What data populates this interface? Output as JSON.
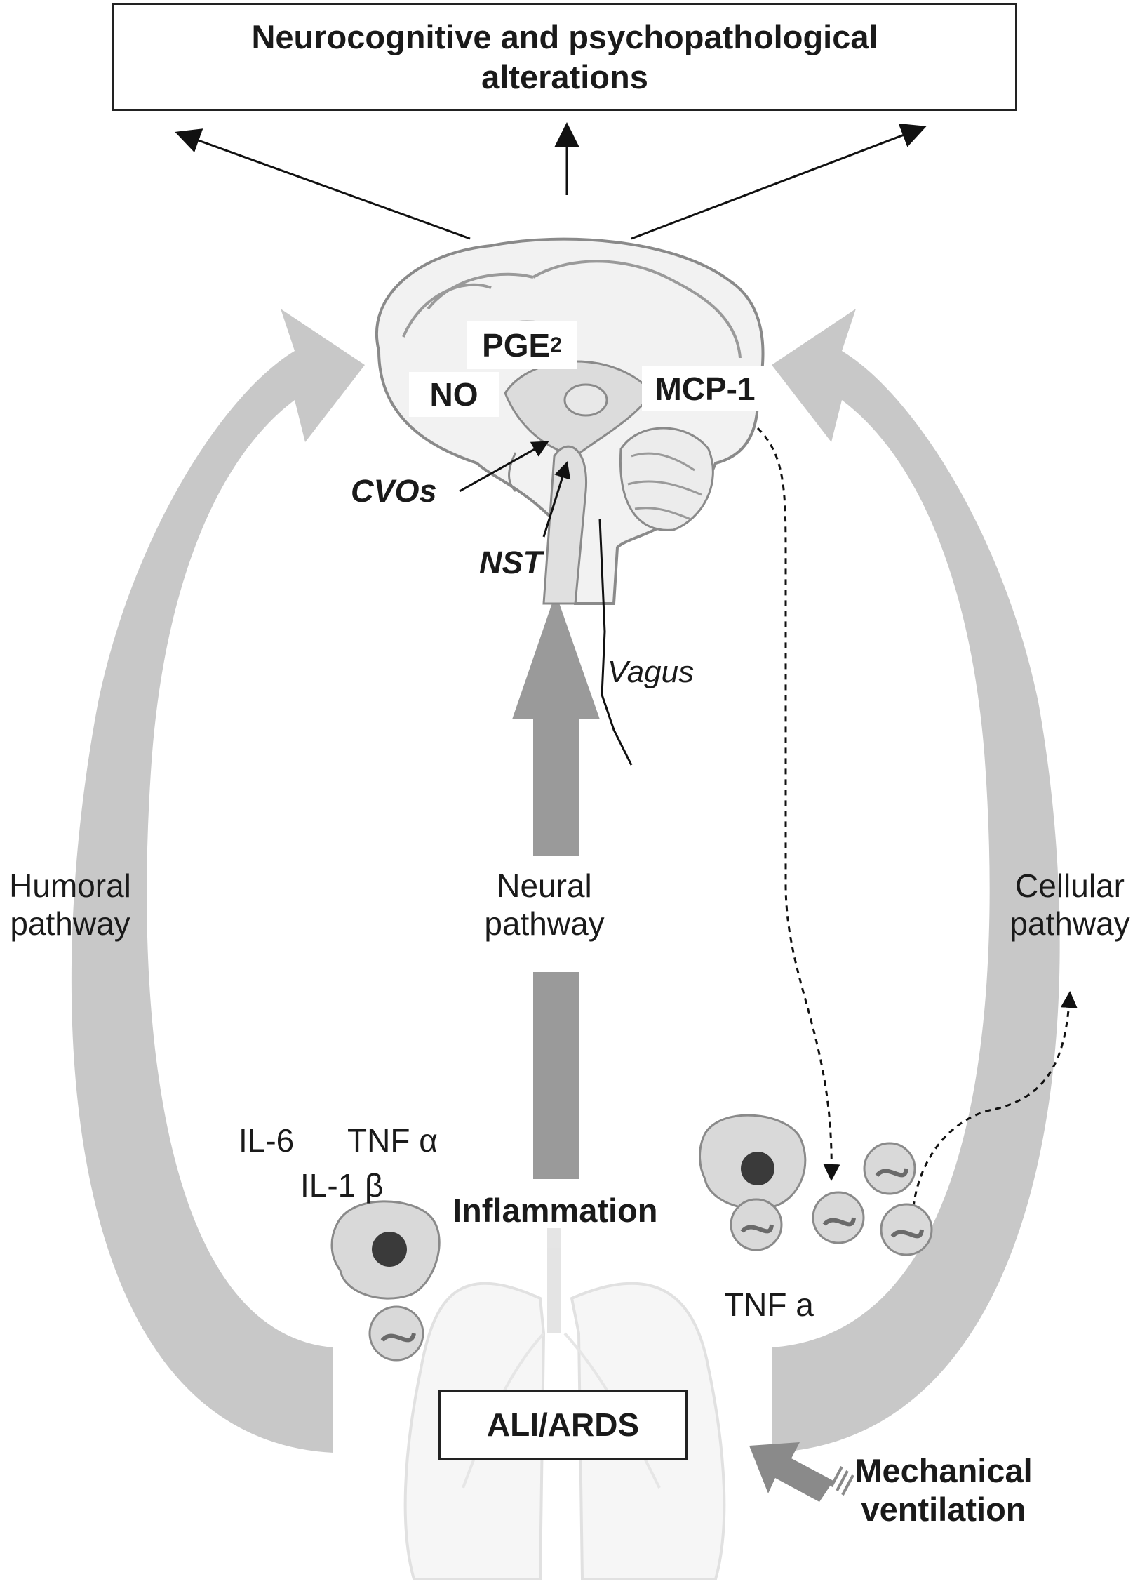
{
  "header": {
    "title": "Neurocognitive and psychopathological alterations"
  },
  "brain": {
    "mediators": {
      "pge": "PGE",
      "pge_sub": "2",
      "no": "NO",
      "mcp": "MCP-1"
    },
    "structures": {
      "cvos": "CVOs",
      "nst": "NST",
      "vagus": "Vagus"
    }
  },
  "pathways": {
    "humoral": {
      "line1": "Humoral",
      "line2": "pathway"
    },
    "neural": {
      "line1": "Neural",
      "line2": "pathway"
    },
    "cellular": {
      "line1": "Cellular",
      "line2": "pathway"
    }
  },
  "cytokines": {
    "il6": "IL-6",
    "tnf_alpha": "TNF α",
    "il1_beta": "IL-1 β",
    "tnf_a": "TNF a"
  },
  "lung": {
    "inflammation": "Inflammation",
    "condition": "ALI/ARDS"
  },
  "ventilation": {
    "line1": "Mechanical",
    "line2": "ventilation"
  },
  "colors": {
    "pathway_arrow": "#c8c8c8",
    "neural_arrow": "#9a9a9a",
    "brain_fill": "#f2f2f2",
    "brain_outline": "#8a8a8a",
    "cell_fill": "#d9d9d9",
    "nucleus": "#3a3a3a"
  }
}
